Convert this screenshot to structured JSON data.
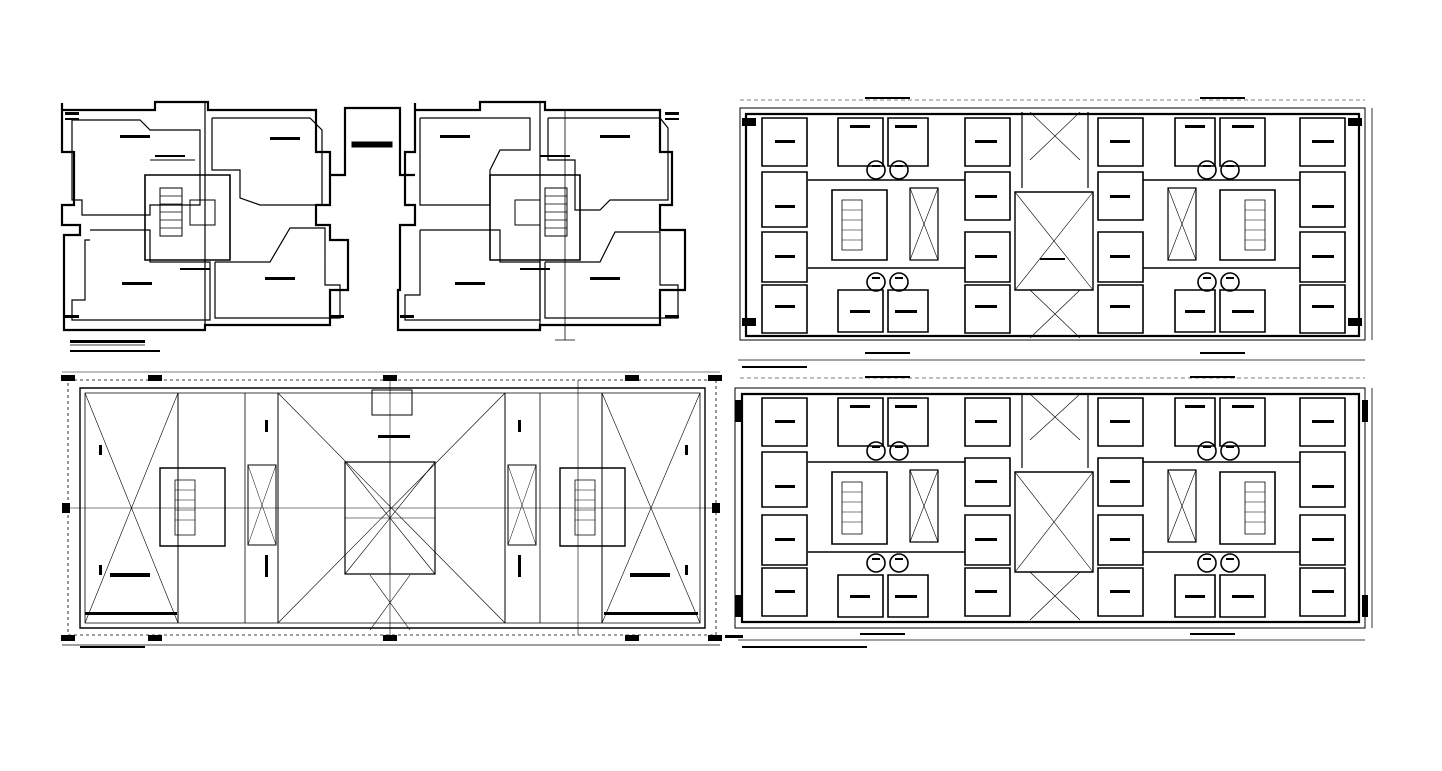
{
  "colors": {
    "background": "#ffffff",
    "linework": "#000000"
  },
  "sheet": {
    "title_block_text": "",
    "drawings": [
      {
        "id": "typical-floor-plan-top-left",
        "caption": "",
        "subcaption": ""
      },
      {
        "id": "floor-plan-top-right",
        "caption": ""
      },
      {
        "id": "roof-terrace-plan-bottom-left",
        "caption": ""
      },
      {
        "id": "floor-plan-bottom-right",
        "caption": ""
      }
    ]
  }
}
